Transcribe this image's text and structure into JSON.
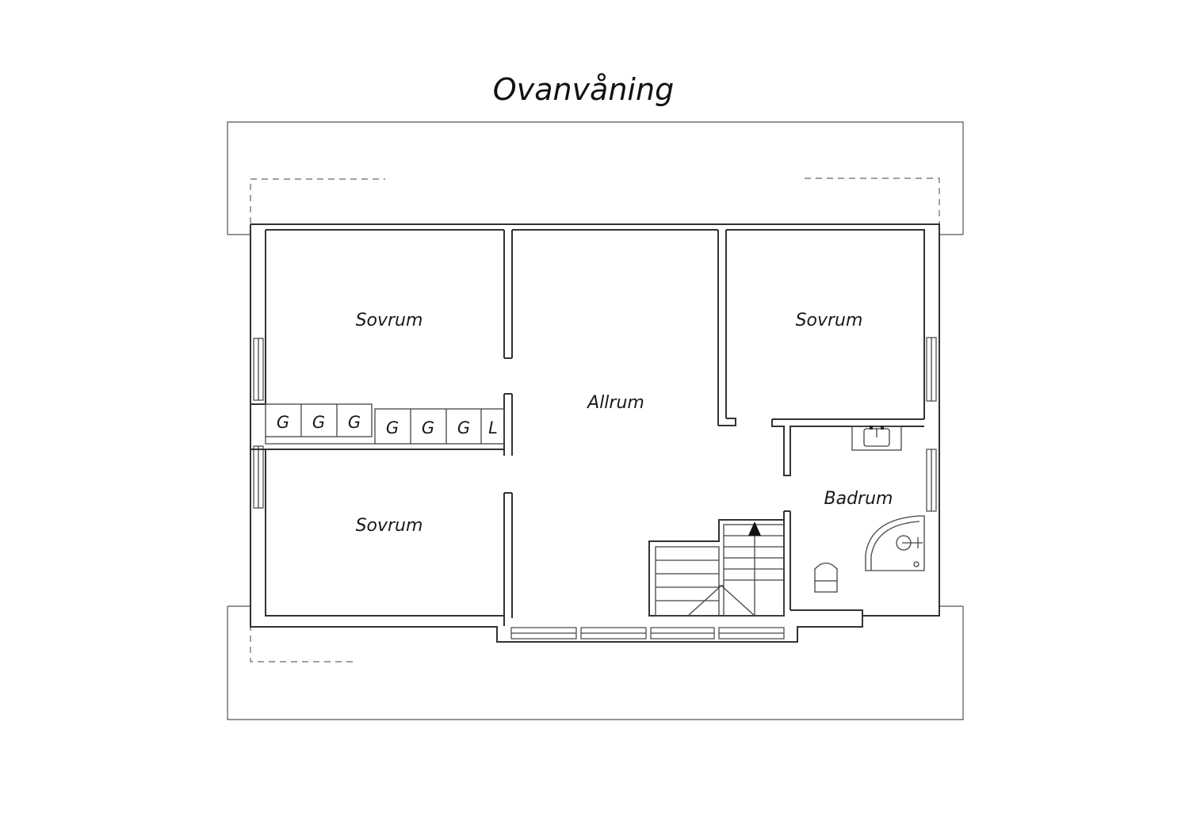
{
  "title": "Ovanvåning",
  "rooms": [
    {
      "id": "bedroom-top-left",
      "label": "Sovrum"
    },
    {
      "id": "bedroom-bottom-left",
      "label": "Sovrum"
    },
    {
      "id": "bedroom-top-right",
      "label": "Sovrum"
    },
    {
      "id": "living-room",
      "label": "Allrum"
    },
    {
      "id": "bathroom",
      "label": "Badrum"
    }
  ],
  "closets": [
    "G",
    "G",
    "G",
    "G",
    "G",
    "G",
    "L"
  ],
  "colors": {
    "line": "#333333",
    "background": "#ffffff"
  }
}
